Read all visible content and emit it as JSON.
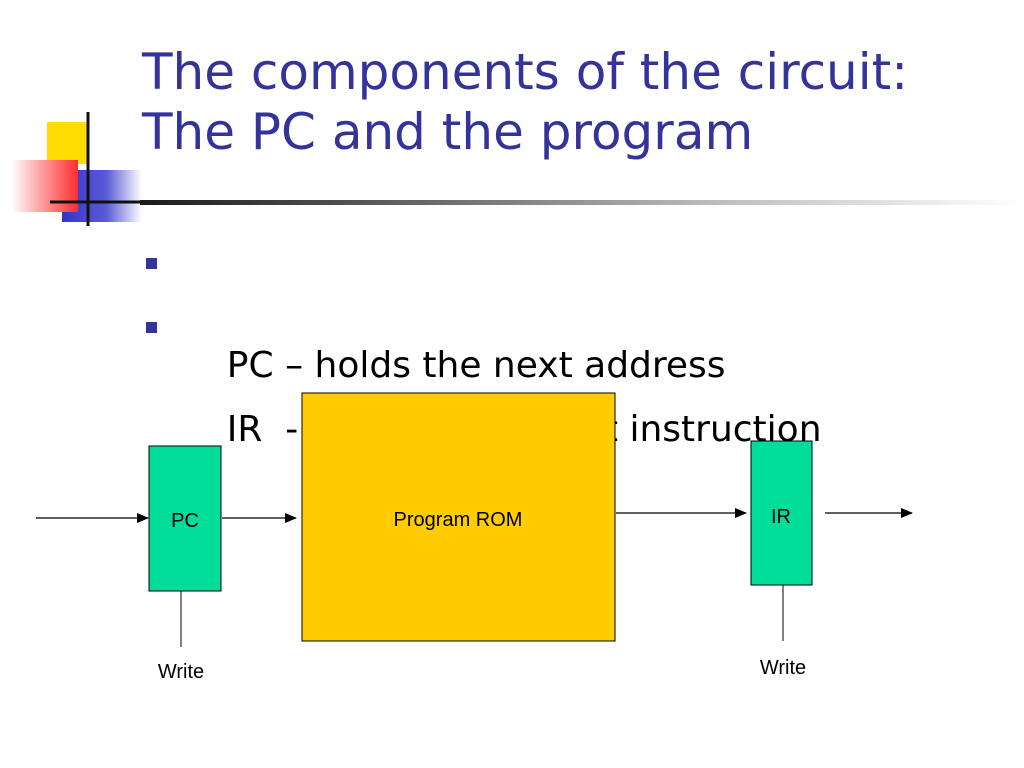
{
  "slide": {
    "title_line1": "The components of the circuit:",
    "title_line2": "The PC and the program",
    "bullets": [
      "PC – holds the next address",
      "IR  - holds the current instruction"
    ]
  },
  "diagram": {
    "pc_label": "PC",
    "rom_label": "Program ROM",
    "ir_label": "IR",
    "pc_write_label": "Write",
    "ir_write_label": "Write"
  },
  "colors": {
    "title": "#333399",
    "register_fill": "#00DD99",
    "rom_fill": "#FFCC00",
    "deco_yellow": "#FFDD00",
    "deco_blue": "#3333CC",
    "deco_red": "#FF3333"
  }
}
